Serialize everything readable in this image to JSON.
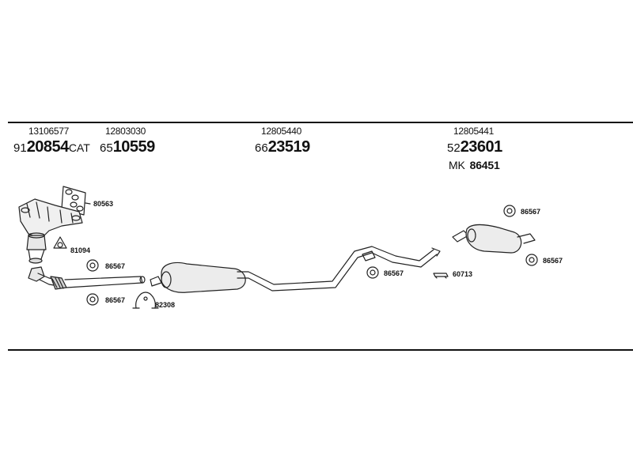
{
  "header": {
    "groups": [
      {
        "oe": "13106577",
        "prefix": "91",
        "number": "20854",
        "suffix": "CAT"
      },
      {
        "oe": "12803030",
        "prefix": "65",
        "number": "10559",
        "suffix": ""
      },
      {
        "oe": "12805440",
        "prefix": "66",
        "number": "23519",
        "suffix": ""
      },
      {
        "oe": "12805441",
        "prefix": "52",
        "number": "23601",
        "suffix": ""
      }
    ],
    "mk": {
      "label": "MK",
      "number": "86451"
    }
  },
  "parts": [
    {
      "id": "gasket",
      "label": "80563"
    },
    {
      "id": "cone-ring",
      "label": "81094"
    },
    {
      "id": "hanger-front-1",
      "label": "86567"
    },
    {
      "id": "hanger-front-2",
      "label": "86567"
    },
    {
      "id": "clamp",
      "label": "82308"
    },
    {
      "id": "hanger-mid",
      "label": "86567"
    },
    {
      "id": "bracket",
      "label": "60713"
    },
    {
      "id": "hanger-rear-1",
      "label": "86567"
    },
    {
      "id": "hanger-rear-2",
      "label": "86567"
    }
  ]
}
